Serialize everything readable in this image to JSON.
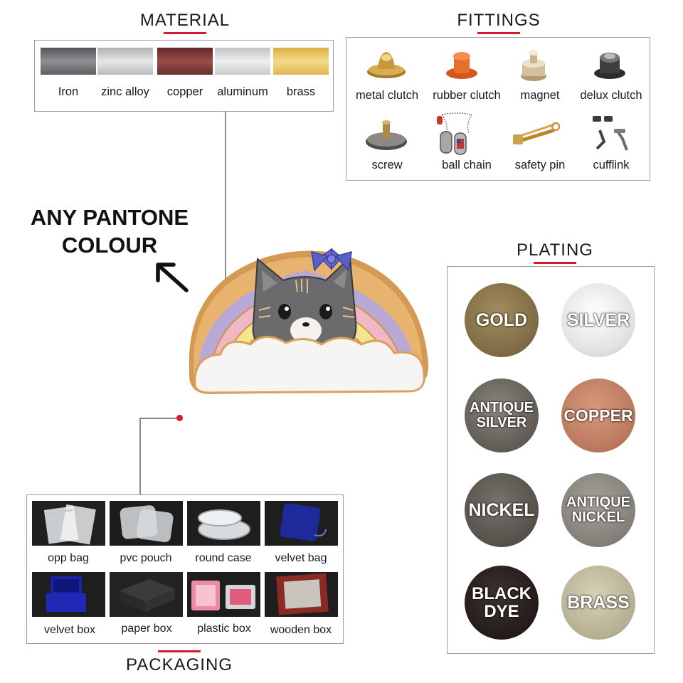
{
  "material": {
    "title": "MATERIAL",
    "items": [
      {
        "label": "Iron",
        "color": "#6f7072"
      },
      {
        "label": "zinc alloy",
        "color": "#c9cbce"
      },
      {
        "label": "copper",
        "color": "#7e3a36"
      },
      {
        "label": "aluminum",
        "color": "#d6d8da"
      },
      {
        "label": "brass",
        "color": "#e9c35a"
      }
    ]
  },
  "fittings": {
    "title": "FITTINGS",
    "items": [
      {
        "label": "metal clutch",
        "icon": "metal-clutch-icon"
      },
      {
        "label": "rubber clutch",
        "icon": "rubber-clutch-icon"
      },
      {
        "label": "magnet",
        "icon": "magnet-icon"
      },
      {
        "label": "delux clutch",
        "icon": "delux-clutch-icon"
      },
      {
        "label": "screw",
        "icon": "screw-icon"
      },
      {
        "label": "ball chain",
        "icon": "ball-chain-icon"
      },
      {
        "label": "safety pin",
        "icon": "safety-pin-icon"
      },
      {
        "label": "cufflink",
        "icon": "cufflink-icon"
      }
    ]
  },
  "pantone": {
    "line1": "ANY PANTONE",
    "line2": "COLOUR"
  },
  "plating": {
    "title": "PLATING",
    "items": [
      {
        "line1": "GOLD",
        "line2": "",
        "color": "#8f7a4e"
      },
      {
        "line1": "SILVER",
        "line2": "",
        "color": "#e4e4e4"
      },
      {
        "line1": "ANTIQUE",
        "line2": "SILVER",
        "color": "#6d6a63"
      },
      {
        "line1": "COPPER",
        "line2": "",
        "color": "#c08066"
      },
      {
        "line1": "NICKEL",
        "line2": "",
        "color": "#5c5750"
      },
      {
        "line1": "ANTIQUE",
        "line2": "NICKEL",
        "color": "#8a8580"
      },
      {
        "line1": "BLACK",
        "line2": "DYE",
        "color": "#2b2220"
      },
      {
        "line1": "BRASS",
        "line2": "",
        "color": "#bcb79a"
      }
    ]
  },
  "packaging": {
    "title": "PACKAGING",
    "items": [
      {
        "label": "opp bag"
      },
      {
        "label": "pvc pouch"
      },
      {
        "label": "round case"
      },
      {
        "label": "velvet bag"
      },
      {
        "label": "velvet box"
      },
      {
        "label": "paper box"
      },
      {
        "label": "plastic box"
      },
      {
        "label": "wooden box"
      }
    ]
  }
}
